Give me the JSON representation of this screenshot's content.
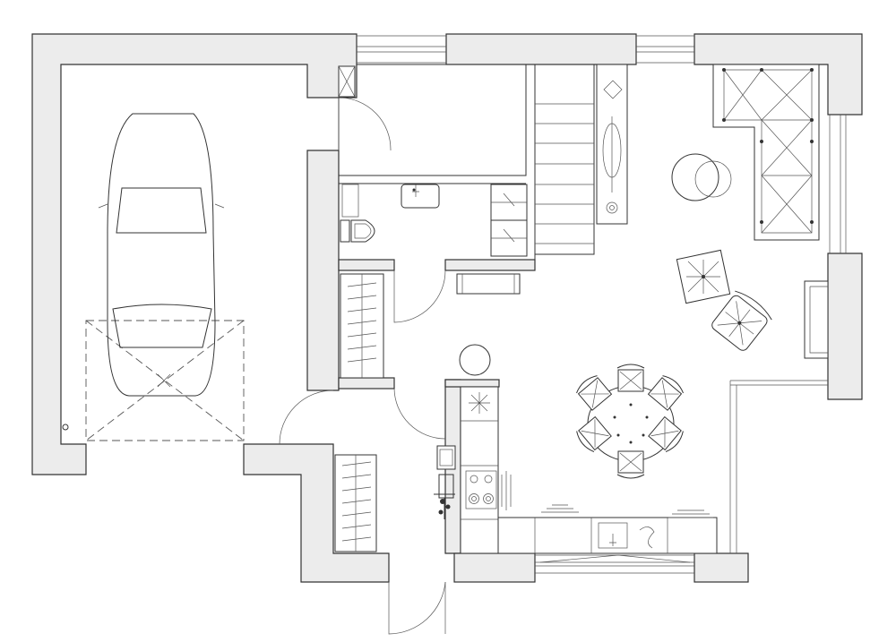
{
  "plan": {
    "rooms": [
      "garage",
      "utility-room",
      "wc",
      "hall",
      "staircase",
      "living-room",
      "dining-area",
      "kitchen"
    ],
    "furniture": [
      "car",
      "sofa",
      "coffee-tables",
      "armchair",
      "dining-table",
      "dining-chairs",
      "kitchen-counter",
      "hob",
      "sink",
      "wardrobes",
      "washbasin",
      "toilet",
      "boiler",
      "fireplace"
    ],
    "colors": {
      "wall_fill": "#ececec",
      "line": "#333333",
      "background": "#ffffff"
    }
  }
}
